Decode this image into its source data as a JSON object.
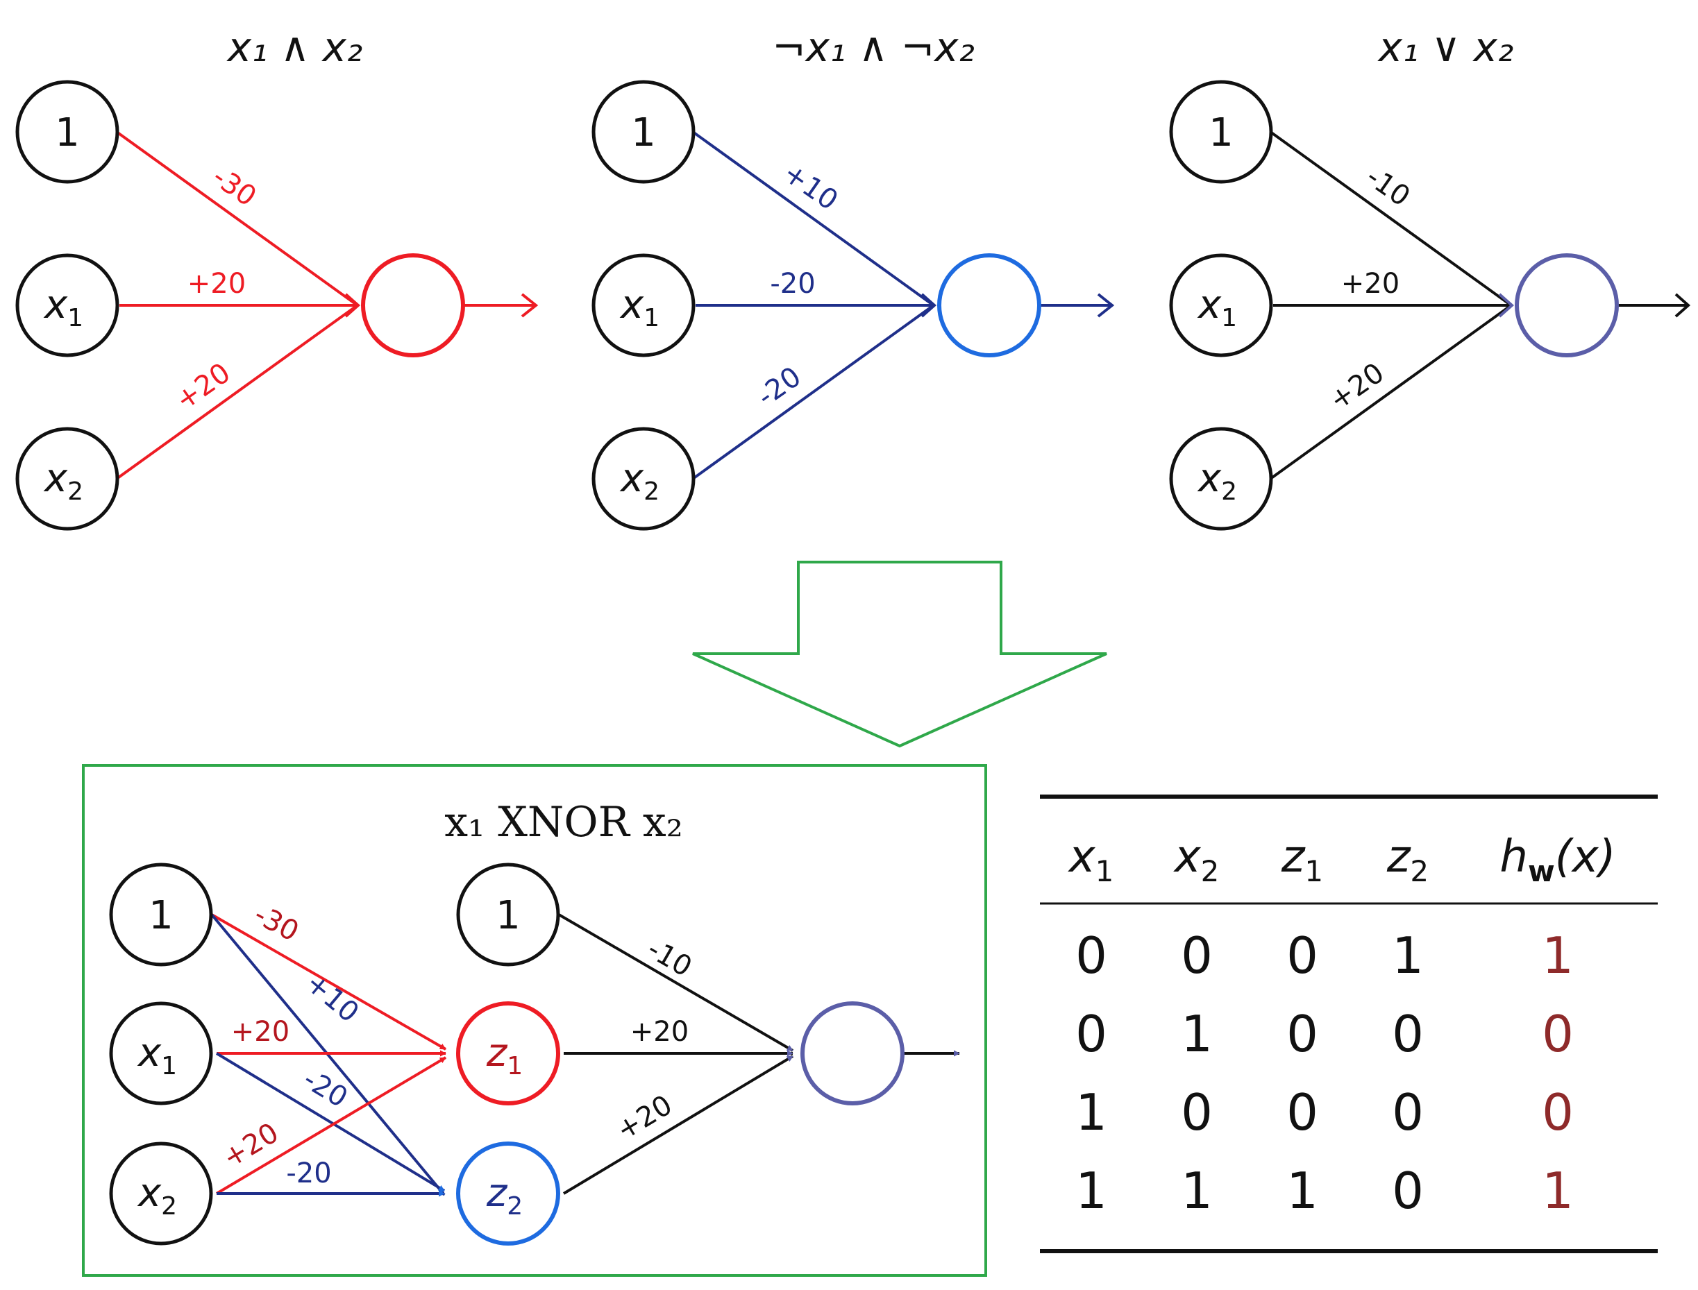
{
  "colors": {
    "and": "#ee1c24",
    "nand": "#1f2f8a",
    "nand_node": "#1e6be0",
    "or": "#111111",
    "or_node": "#5b5ea8",
    "arrow_box": "#2fa84a",
    "table_red": "#8e2a2a"
  },
  "nets": [
    {
      "title": "x₁ ∧ x₂",
      "weights": [
        "-30",
        "+20",
        "+20"
      ]
    },
    {
      "title": "¬x₁ ∧ ¬x₂",
      "weights": [
        "+10",
        "-20",
        "-20"
      ]
    },
    {
      "title": "x₁ ∨ x₂",
      "weights": [
        "-10",
        "+20",
        "+20"
      ]
    }
  ],
  "inputs": {
    "bias": "1",
    "x1": "x",
    "x1_sub": "1",
    "x2": "x",
    "x2_sub": "2"
  },
  "xnor": {
    "title": "x₁ XNOR x₂",
    "bias": "1",
    "z1": "z",
    "z1_sub": "1",
    "z2": "z",
    "z2_sub": "2",
    "weights": {
      "b_z1": "-30",
      "b_z2": "+10",
      "x1_z1": "+20",
      "x1_z2": "-20",
      "x2_z1": "+20",
      "x2_z2": "-20",
      "b2_out": "-10",
      "z1_out": "+20",
      "z2_out": "+20"
    }
  },
  "table": {
    "headers": [
      {
        "main": "x",
        "sub": "1"
      },
      {
        "main": "x",
        "sub": "2"
      },
      {
        "main": "z",
        "sub": "1"
      },
      {
        "main": "z",
        "sub": "2"
      },
      {
        "main": "h",
        "sub": "w",
        "tail": "(x)"
      }
    ],
    "rows": [
      [
        "0",
        "0",
        "0",
        "1",
        "1"
      ],
      [
        "0",
        "1",
        "0",
        "0",
        "0"
      ],
      [
        "1",
        "0",
        "0",
        "0",
        "0"
      ],
      [
        "1",
        "1",
        "1",
        "0",
        "1"
      ]
    ]
  }
}
